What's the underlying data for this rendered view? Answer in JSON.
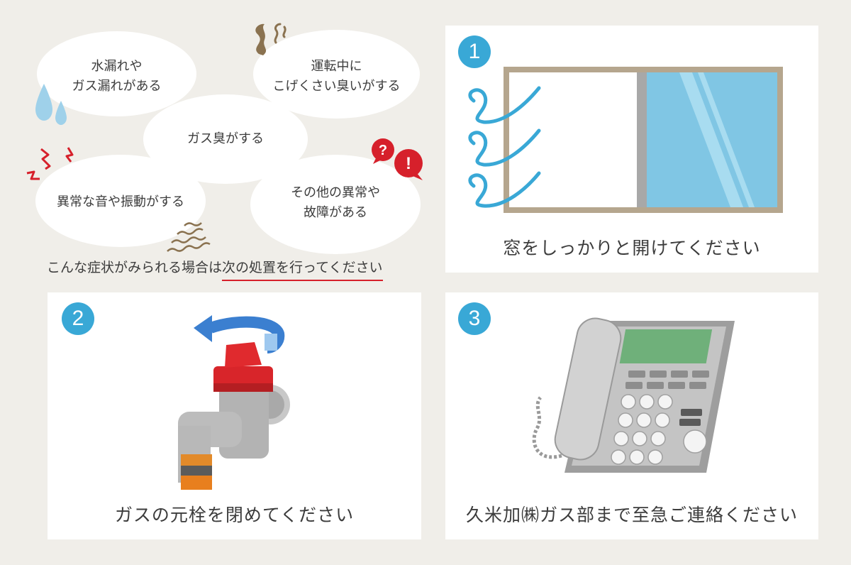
{
  "symptoms": {
    "bubble_water_leak": "水漏れや\nガス漏れがある",
    "bubble_burning_smell": "運転中に\nこげくさい臭いがする",
    "bubble_gas_smell": "ガス臭がする",
    "bubble_noise": "異常な音や振動がする",
    "bubble_other": "その他の異常や\n故障がある",
    "intro_text": "こんな症状がみられる場合は",
    "intro_highlight": "次の処置を行ってください"
  },
  "steps": [
    {
      "number": "1",
      "caption": "窓をしっかりと開けてください",
      "icon": "window-icon"
    },
    {
      "number": "2",
      "caption": "ガスの元栓を閉めてください",
      "icon": "gas-valve-icon"
    },
    {
      "number": "3",
      "caption": "久米加㈱ガス部まで至急ご連絡ください",
      "icon": "telephone-icon"
    }
  ],
  "colors": {
    "background": "#f0eee9",
    "panel": "#ffffff",
    "step_badge": "#39a8d6",
    "highlight_underline": "#d6202b",
    "valve_red": "#e02a2e",
    "arrow_blue": "#3b7fd0",
    "phone_gray": "#b8b8b8",
    "screen_green": "#6fb07a"
  }
}
